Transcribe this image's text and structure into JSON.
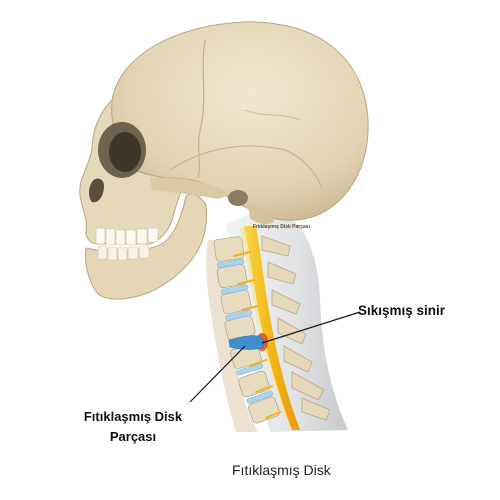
{
  "labels": {
    "compressed_nerve": "Sıkışmış sinir",
    "fragment_line1": "Fıtıklaşmış Disk",
    "fragment_line2": "Parçası",
    "caption": "Fıtıklaşmış Disk",
    "tiny_inset": "Fıtıklaşmış Disk Parçası"
  },
  "colors": {
    "bone": "#e8dcc0",
    "bone_shadow": "#c9b792",
    "spinal_cord": "#f4c21e",
    "disc": "#a9d3ee",
    "herniated_disc": "#3d8fd0",
    "neck_tissue": "#e3e4e6",
    "leader_line": "#1a1a1a"
  }
}
